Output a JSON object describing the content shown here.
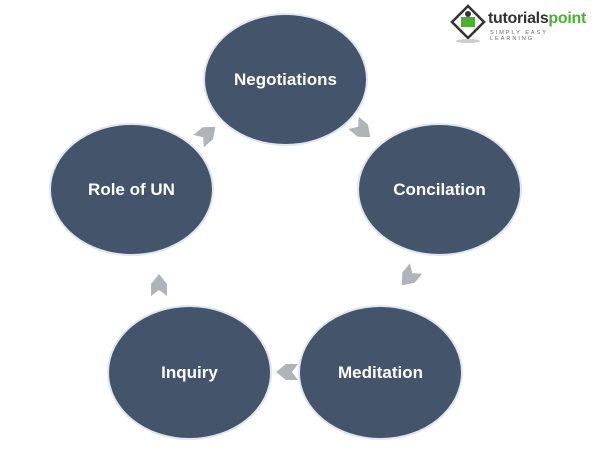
{
  "logo": {
    "name_part1": "tutorials",
    "name_part2": "point",
    "tagline": "SIMPLY EASY LEARNING"
  },
  "nodes": [
    "Negotiations",
    "Concilation",
    "Meditation",
    "Inquiry",
    "Role of UN"
  ],
  "colors": {
    "node": "#44546a",
    "arrow": "#b0b3b8",
    "text": "#ffffff"
  }
}
